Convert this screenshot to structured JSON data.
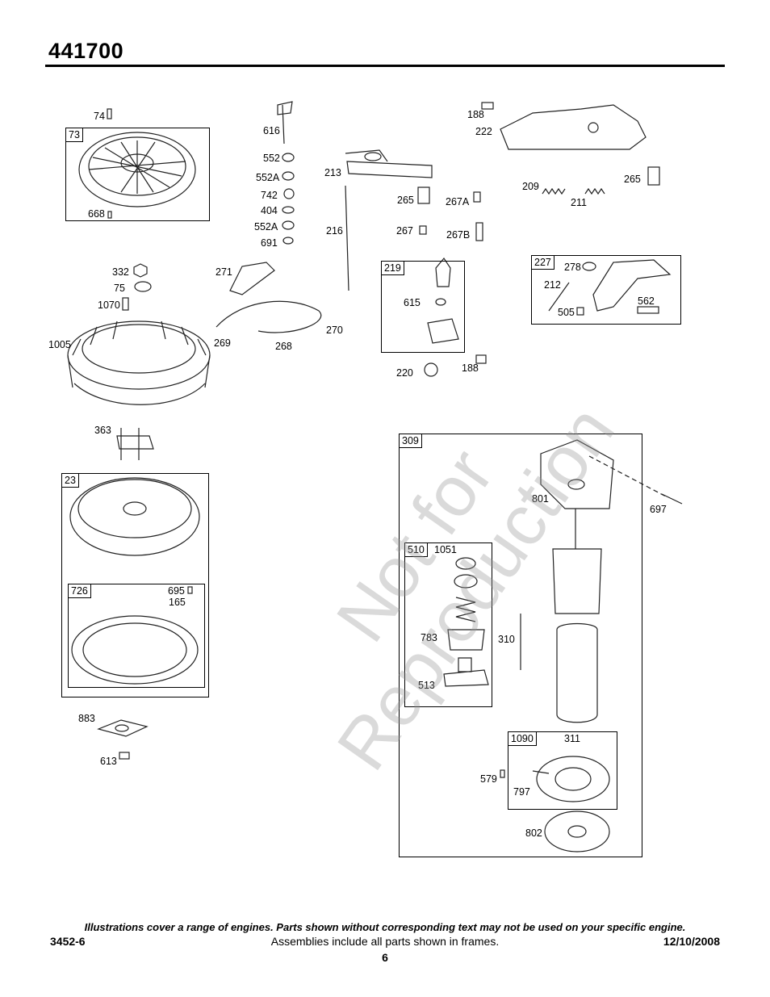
{
  "header": {
    "model": "441700"
  },
  "watermark": {
    "line1": "Not for",
    "line2": "Reproduction"
  },
  "frames": {
    "f73": "73",
    "f23": "23",
    "f726": "726",
    "f219": "219",
    "f227": "227",
    "f309": "309",
    "f510": "510",
    "f1090": "1090"
  },
  "parts": {
    "p74": "74",
    "p668": "668",
    "p616": "616",
    "p552": "552",
    "p552A1": "552A",
    "p742": "742",
    "p404": "404",
    "p552A2": "552A",
    "p691": "691",
    "p213": "213",
    "p216": "216",
    "p188a": "188",
    "p222": "222",
    "p209": "209",
    "p211": "211",
    "p265a": "265",
    "p265b": "265",
    "p267A": "267A",
    "p267": "267",
    "p267B": "267B",
    "p332": "332",
    "p75": "75",
    "p1070": "1070",
    "p271": "271",
    "p1005": "1005",
    "p269": "269",
    "p268": "268",
    "p270": "270",
    "p615": "615",
    "p220": "220",
    "p188b": "188",
    "p278": "278",
    "p212": "212",
    "p505": "505",
    "p562": "562",
    "p363": "363",
    "p695": "695",
    "p165": "165",
    "p801": "801",
    "p697": "697",
    "p1051": "1051",
    "p783": "783",
    "p513": "513",
    "p310": "310",
    "p311": "311",
    "p579": "579",
    "p797": "797",
    "p802": "802",
    "p883": "883",
    "p613": "613"
  },
  "footer": {
    "note": "Illustrations cover a range of engines. Parts shown without corresponding text may not be used on your specific engine.",
    "doc_number": "3452-6",
    "assemblies": "Assemblies include all parts shown in frames.",
    "date": "12/10/2008",
    "page": "6"
  }
}
